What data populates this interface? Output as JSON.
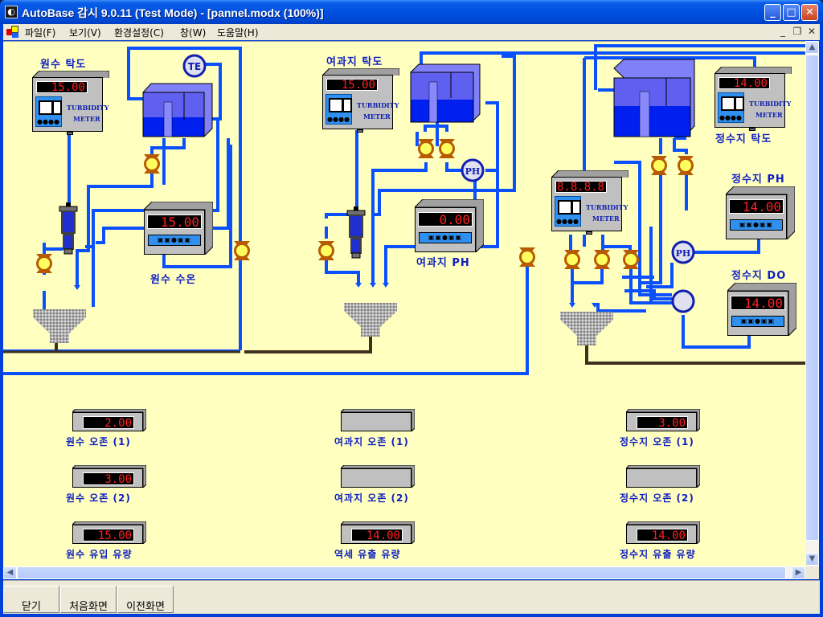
{
  "window": {
    "title": "AutoBase 감시 9.0.11 (Test Mode) - [pannel.modx (100%)]",
    "controls": {
      "minimize": "_",
      "maximize": "□",
      "close": "✕"
    }
  },
  "menubar": {
    "items": [
      {
        "label": "파일(F)"
      },
      {
        "label": "보기(V)"
      },
      {
        "label": "환경설정(C)"
      },
      {
        "label": "창(W)"
      },
      {
        "label": "도움말(H)"
      }
    ],
    "mdi_controls": {
      "minimize": "_",
      "restore": "❐",
      "close": "✕"
    }
  },
  "sections": {
    "raw": {
      "turbidity": {
        "label": "원수 탁도",
        "value": "15.00",
        "meter_text_1": "TURBIDITY",
        "meter_text_2": "METER"
      },
      "temperature": {
        "label": "원수 수온",
        "value": "15.00",
        "sensor_tag": "TE"
      }
    },
    "filter": {
      "turbidity": {
        "label": "여과지 탁도",
        "value": "15.00",
        "meter_text_1": "TURBIDITY",
        "meter_text_2": "METER"
      },
      "ph": {
        "label": "여과지 PH",
        "value": "0.00",
        "sensor_tag": "PH"
      }
    },
    "clean": {
      "turbidity_top": {
        "label": "정수지 탁도",
        "value": "14.00",
        "meter_text_1": "TURBIDITY",
        "meter_text_2": "METER"
      },
      "turbidity_mid": {
        "value": "8.8.8.8",
        "meter_text_1": "TURBIDITY",
        "meter_text_2": "METER"
      },
      "ph": {
        "label": "정수지 PH",
        "value": "14.00",
        "sensor_tag": "PH"
      },
      "do": {
        "label": "정수지 DO",
        "value": "14.00"
      }
    }
  },
  "readouts": [
    {
      "label": "원수 오존 (1)",
      "value": "2.00"
    },
    {
      "label": "원수 오존 (2)",
      "value": "3.00"
    },
    {
      "label": "원수 유입 유량",
      "value": "15.00"
    },
    {
      "label": "여과지 오존 (1)",
      "value": ""
    },
    {
      "label": "여과지 오존 (2)",
      "value": ""
    },
    {
      "label": "역세 유출 유량",
      "value": "14.00"
    },
    {
      "label": "정수지 오존 (1)",
      "value": "3.00"
    },
    {
      "label": "정수지 오존 (2)",
      "value": ""
    },
    {
      "label": "정수지 유출 유량",
      "value": "14.00"
    }
  ],
  "bottom_buttons": [
    {
      "label": "닫기"
    },
    {
      "label": "처음화면"
    },
    {
      "label": "이전화면"
    }
  ],
  "colors": {
    "canvas_bg": "#ffffc0",
    "pipe": "#0a50ff",
    "label_text": "#1020c0",
    "display_text": "#ff2020",
    "valve_body": "#b85a00",
    "valve_core": "#ffff60",
    "drain_line": "#403020"
  }
}
